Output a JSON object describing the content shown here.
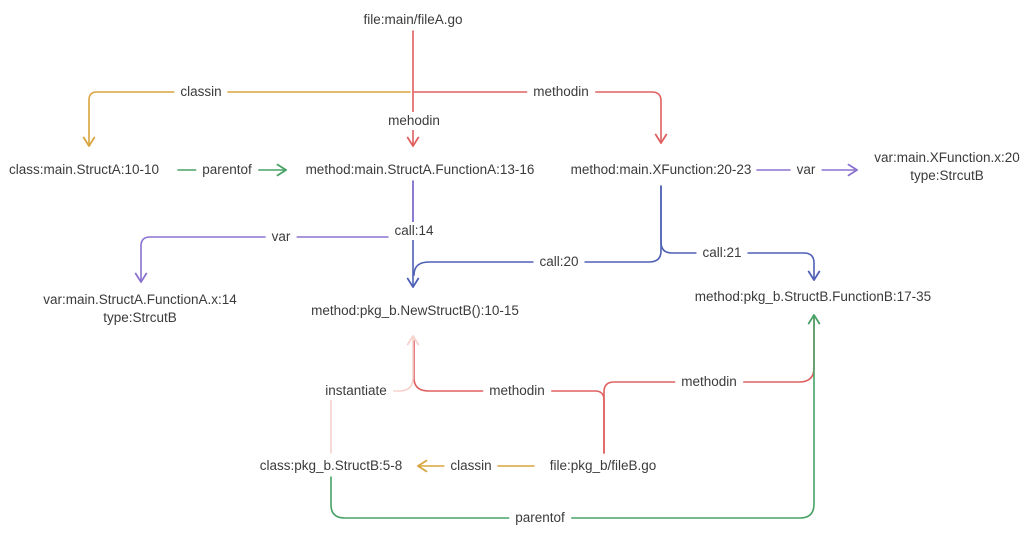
{
  "diagram": {
    "background": "#ffffff",
    "text_color": "#3b3b3b",
    "colors": {
      "red": "#e06060",
      "yellow": "#d8a53f",
      "green": "#48a266",
      "purple": "#8b72cf",
      "blue": "#4e61b5",
      "pink": "#f7d2cc"
    },
    "nodes": {
      "file_a": {
        "label": "file:main/fileA.go"
      },
      "class_a": {
        "label": "class:main.StructA:10-10"
      },
      "func_a": {
        "label": "method:main.StructA.FunctionA:13-16"
      },
      "xfunc": {
        "label": "method:main.XFunction:20-23"
      },
      "var_x": {
        "label": "var:main.XFunction.x:20",
        "sublabel": "type:StrcutB"
      },
      "var_a": {
        "label": "var:main.StructA.FunctionA.x:14",
        "sublabel": "type:StrcutB"
      },
      "new_struct_b": {
        "label": "method:pkg_b.NewStructB():10-15"
      },
      "func_b": {
        "label": "method:pkg_b.StructB.FunctionB:17-35"
      },
      "struct_b": {
        "label": "class:pkg_b.StructB:5-8"
      },
      "file_b": {
        "label": "file:pkg_b/fileB.go"
      }
    },
    "edges": [
      {
        "from": "file_a",
        "to": "class_a",
        "label": "classin",
        "color": "yellow"
      },
      {
        "from": "file_a",
        "to": "func_a",
        "label": "mehodin",
        "color": "red"
      },
      {
        "from": "file_a",
        "to": "xfunc",
        "label": "methodin",
        "color": "red"
      },
      {
        "from": "class_a",
        "to": "func_a",
        "label": "parentof",
        "color": "green"
      },
      {
        "from": "xfunc",
        "to": "var_x",
        "label": "var",
        "color": "purple"
      },
      {
        "from": "func_a",
        "to": "var_a",
        "label": "var",
        "color": "purple"
      },
      {
        "from": "func_a",
        "to": "new_struct_b",
        "label": "call:14",
        "color": "blue"
      },
      {
        "from": "xfunc",
        "to": "new_struct_b",
        "label": "call:20",
        "color": "blue"
      },
      {
        "from": "xfunc",
        "to": "func_b",
        "label": "call:21",
        "color": "blue"
      },
      {
        "from": "struct_b",
        "to": "new_struct_b",
        "label": "instantiate",
        "color": "pink"
      },
      {
        "from": "file_b",
        "to": "new_struct_b",
        "label": "methodin",
        "color": "red"
      },
      {
        "from": "file_b",
        "to": "func_b",
        "label": "methodin",
        "color": "red"
      },
      {
        "from": "file_b",
        "to": "struct_b",
        "label": "classin",
        "color": "yellow"
      },
      {
        "from": "struct_b",
        "to": "func_b",
        "label": "parentof",
        "color": "green"
      }
    ]
  }
}
